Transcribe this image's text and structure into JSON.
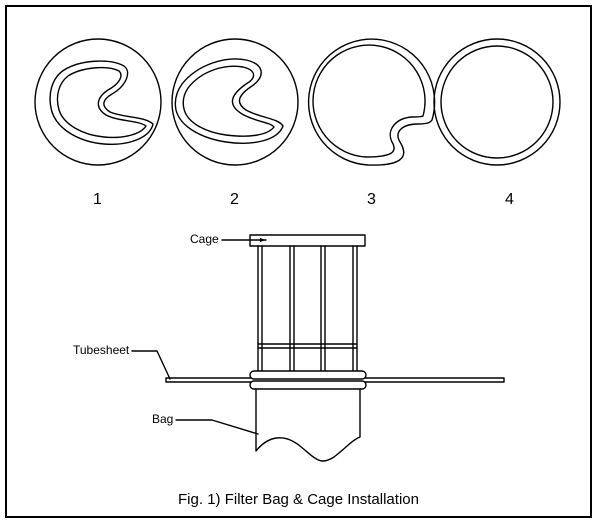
{
  "labels": {
    "step1": "1",
    "step2": "2",
    "step3": "3",
    "step4": "4",
    "cage": "Cage",
    "tubesheet": "Tubesheet",
    "bag": "Bag"
  },
  "caption": "Fig. 1) Filter Bag & Cage Installation"
}
